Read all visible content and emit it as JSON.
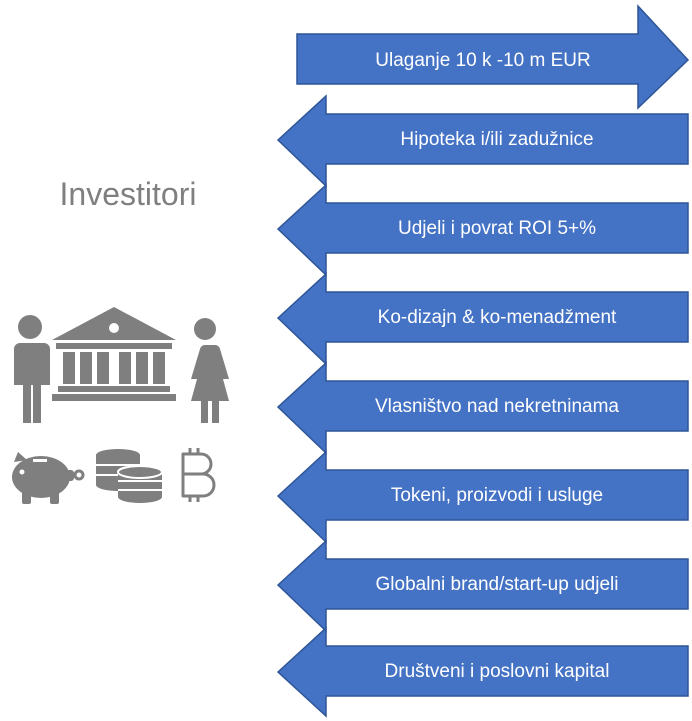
{
  "title": "Investitori",
  "arrows": [
    {
      "label": "Ulaganje 10 k -10 m EUR",
      "direction": "right"
    },
    {
      "label": "Hipoteka i/ili zadužnice",
      "direction": "left"
    },
    {
      "label": "Udjeli i povrat ROI  5+%",
      "direction": "left"
    },
    {
      "label": "Ko-dizajn & ko-menadžment",
      "direction": "left"
    },
    {
      "label": "Vlasništvo nad nekretninama",
      "direction": "left"
    },
    {
      "label": "Tokeni, proizvodi i usluge",
      "direction": "left"
    },
    {
      "label": "Globalni brand/start-up udjeli",
      "direction": "left"
    },
    {
      "label": "Društveni i poslovni kapital",
      "direction": "left"
    }
  ],
  "icons": [
    "man-icon",
    "bank-icon",
    "woman-icon",
    "piggy-bank-icon",
    "coins-icon",
    "bitcoin-icon"
  ],
  "colors": {
    "arrow_fill": "#4472C4",
    "arrow_stroke": "#2F5597",
    "arrow_text": "#ffffff",
    "icon_gray": "#7F7F7F"
  }
}
